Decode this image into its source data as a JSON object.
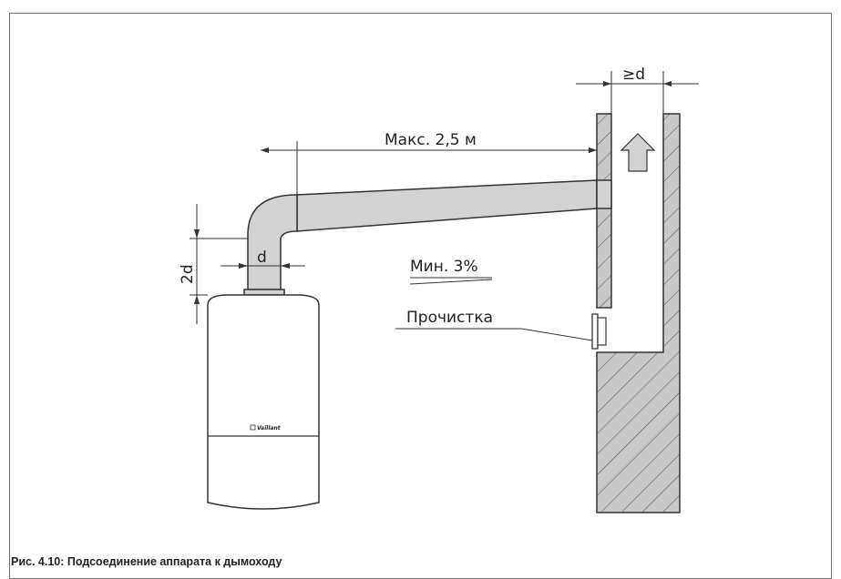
{
  "diagram": {
    "labels": {
      "max_length": "Макс. 2,5 м",
      "min_slope": "Мин. 3%",
      "cleanout": "Прочистка",
      "width_min": "≥d",
      "pipe_diameter": "d",
      "vertical_height": "2d",
      "boiler_logo": "Vaillant"
    },
    "colors": {
      "pipe_fill": "#d2d2d2",
      "wall_fill": "#c8c8c8",
      "line": "#333333",
      "arrow_fill": "#d2d2d2"
    },
    "caption": "Рис. 4.10: Подсоединение аппарата к дымоходу"
  }
}
